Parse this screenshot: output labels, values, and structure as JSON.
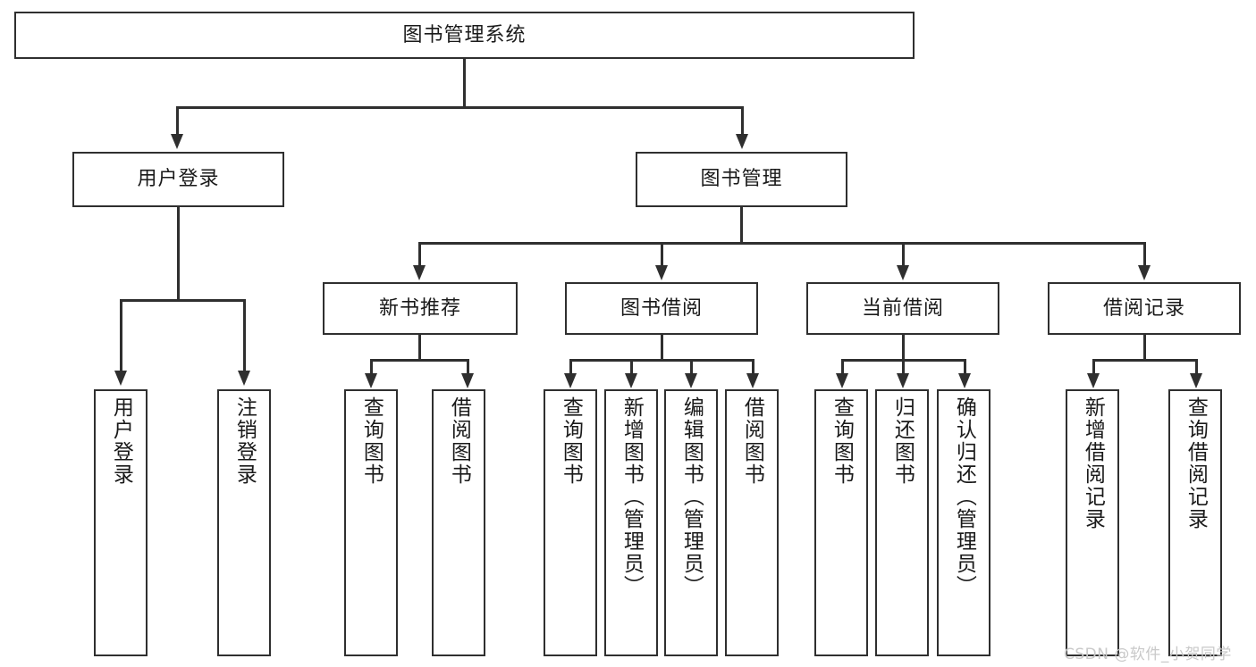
{
  "diagram": {
    "title": "图书管理系统",
    "type": "hierarchy-tree",
    "root": {
      "label": "图书管理系统"
    },
    "level2": [
      {
        "label": "用户登录"
      },
      {
        "label": "图书管理"
      }
    ],
    "level3": [
      {
        "label": "新书推荐"
      },
      {
        "label": "图书借阅"
      },
      {
        "label": "当前借阅"
      },
      {
        "label": "借阅记录"
      }
    ],
    "leaves": {
      "user_login": [
        {
          "label": "用户登录"
        },
        {
          "label": "注销登录"
        }
      ],
      "new_book_recommend": [
        {
          "label": "查询图书"
        },
        {
          "label": "借阅图书"
        }
      ],
      "book_borrow": [
        {
          "label": "查询图书"
        },
        {
          "label": "新增图书（管理员）"
        },
        {
          "label": "编辑图书（管理员）"
        },
        {
          "label": "借阅图书"
        }
      ],
      "current_borrow": [
        {
          "label": "查询图书"
        },
        {
          "label": "归还图书"
        },
        {
          "label": "确认归还（管理员）"
        }
      ],
      "borrow_record": [
        {
          "label": "新增借阅记录"
        },
        {
          "label": "查询借阅记录"
        }
      ]
    }
  },
  "watermark": {
    "text": "CSDN @软件_小贺同学"
  },
  "colors": {
    "stroke": "#2f2f2f",
    "background": "#ffffff",
    "text": "#1a1a1a",
    "watermark": "#c9c9c9"
  }
}
